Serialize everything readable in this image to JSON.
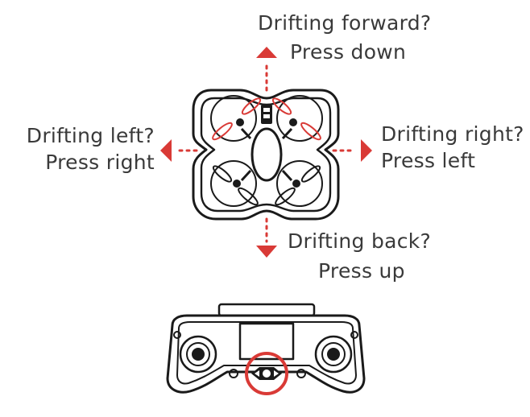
{
  "directions": {
    "forward": {
      "line1": "Drifting forward?",
      "line2": "Press down"
    },
    "left": {
      "line1": "Drifting left?",
      "line2": "Press right"
    },
    "right": {
      "line1": "Drifting right?",
      "line2": "Press left"
    },
    "back": {
      "line1": "Drifting back?",
      "line2": "Press up"
    }
  },
  "colors": {
    "arrow": "#d93a36",
    "outline": "#1a1a1a",
    "text": "#3a3a3a"
  },
  "icons": {
    "drone": "quadcopter-drone-icon",
    "controller": "remote-controller-icon",
    "highlight": "trim-button-highlight-circle"
  }
}
